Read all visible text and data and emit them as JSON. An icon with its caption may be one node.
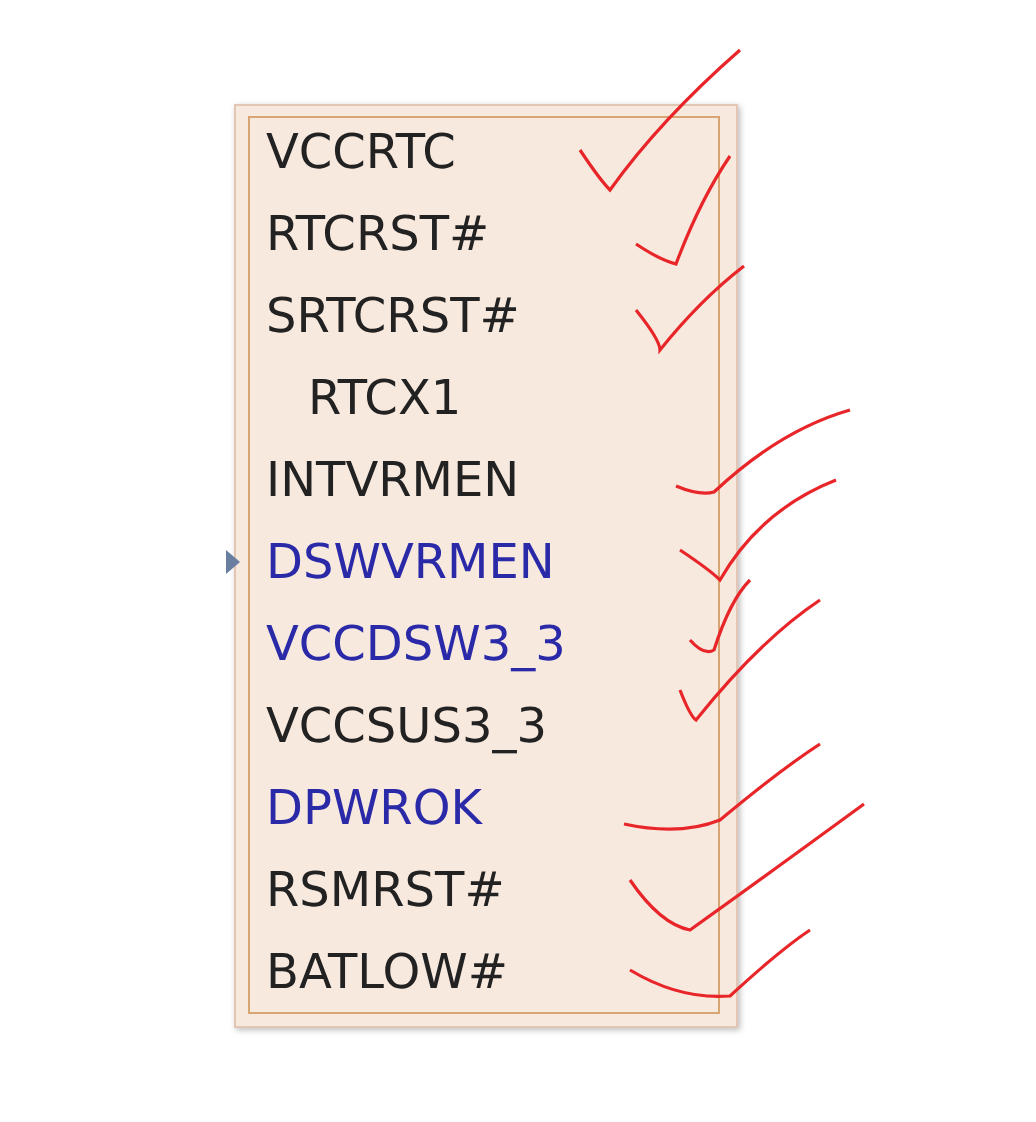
{
  "diagram": {
    "nodes": [
      {
        "text": [
          "VCCRTC",
          "RTCRST#",
          "SRTCRST#",
          "RTCX1",
          "INTVRMEN",
          "DSWVRMEN",
          "VCCDSW3_3",
          "VCCSUS3_3",
          "DPWROK",
          "RSMRST#",
          "BATLOW#"
        ]
      }
    ]
  }
}
